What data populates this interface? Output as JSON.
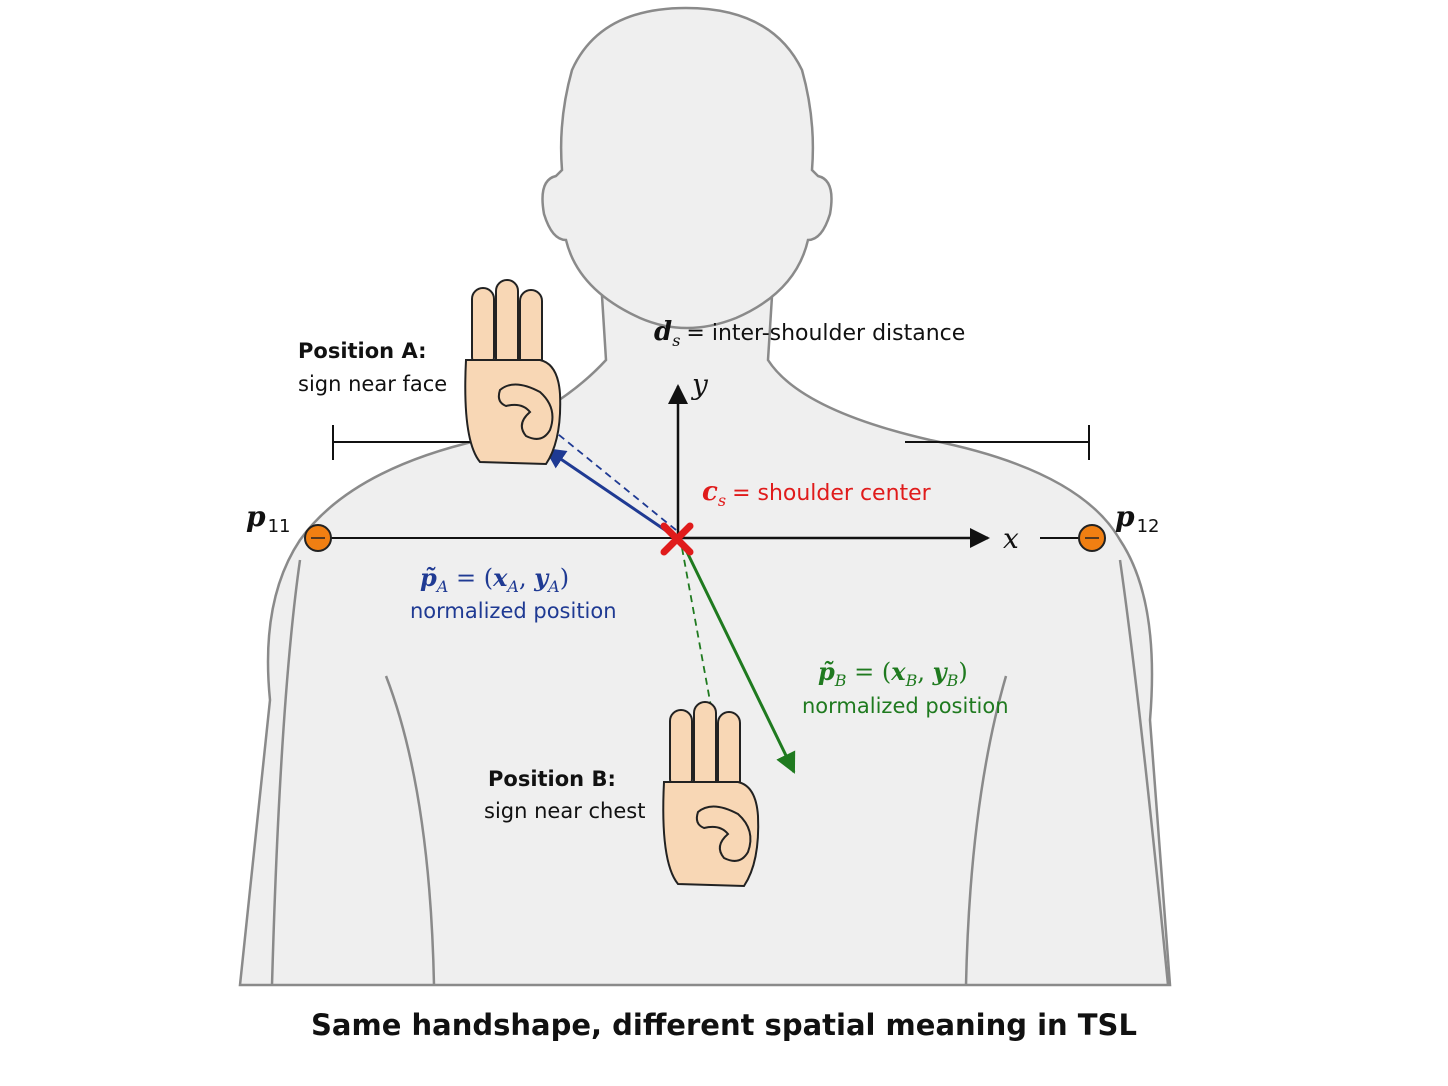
{
  "labels": {
    "position_a_title": "Position A:",
    "position_a_desc": "sign near face",
    "position_b_title": "Position B:",
    "position_b_desc": "sign near chest",
    "ds_symbol": "d",
    "ds_sub": "s",
    "ds_desc": "= inter-shoulder distance",
    "cs_symbol": "c",
    "cs_sub": "s",
    "cs_desc": "= shoulder center",
    "p11_symbol": "p",
    "p11_sub": "11",
    "p12_symbol": "p",
    "p12_sub": "12",
    "axis_x": "x",
    "axis_y": "y",
    "pa_lhs_sym": "p̃",
    "pa_lhs_sub": "A",
    "pa_eq": " = (",
    "pa_x": "x",
    "pa_x_sub": "A",
    "pa_comma": ", ",
    "pa_y": "y",
    "pa_y_sub": "A",
    "pa_close": ")",
    "pa_desc": "normalized position",
    "pb_lhs_sym": "p̃",
    "pb_lhs_sub": "B",
    "pb_eq": " = (",
    "pb_x": "x",
    "pb_x_sub": "B",
    "pb_comma": ", ",
    "pb_y": "y",
    "pb_y_sub": "B",
    "pb_close": ")",
    "pb_desc": "normalized position",
    "caption": "Same handshape, different spatial meaning in TSL"
  },
  "colors": {
    "body_fill": "#efefef",
    "body_stroke": "#8a8a8a",
    "skin": "#f8d7b5",
    "skin_stroke": "#222222",
    "blue": "#1f3a93",
    "green": "#1f7a1f",
    "red": "#e01b1b",
    "orange": "#f07f12",
    "axis": "#111111"
  },
  "icons": {
    "hand_a": "three-finger-hand-icon",
    "hand_b": "three-finger-hand-icon",
    "shoulder_marker": "orange-dot-icon",
    "center_marker": "red-cross-icon"
  }
}
